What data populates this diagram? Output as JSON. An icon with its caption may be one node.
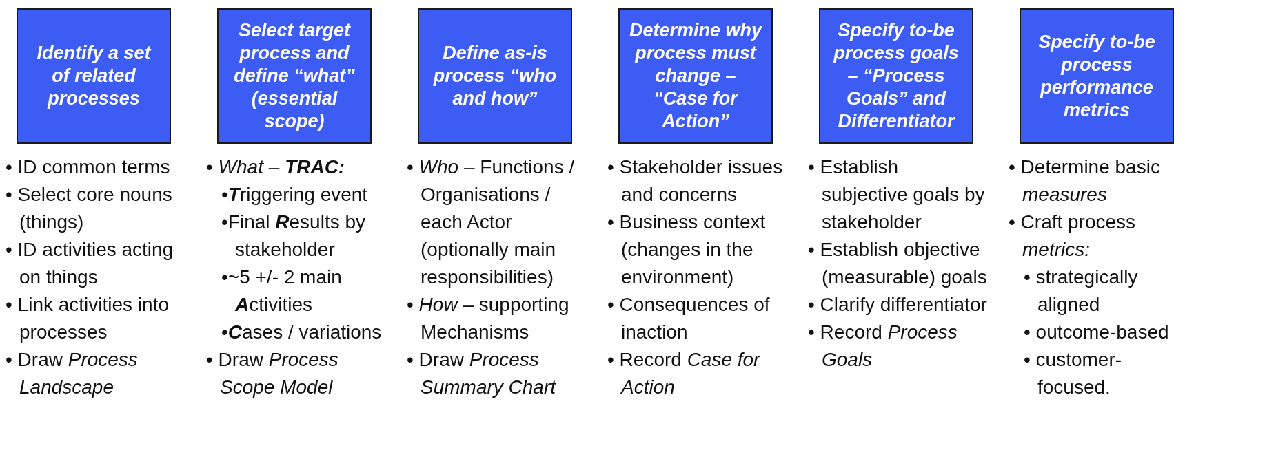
{
  "diagram": {
    "nodes": [
      {
        "text": [
          "Identify a set of related processes"
        ],
        "beside": [
          "• ID common terms",
          "• Select core nouns (things)",
          "• ID activities acting on things",
          "• Link activities into processes",
          "• Draw *Process Landscape*"
        ]
      },
      {
        "text": [
          "Select target process and define “what” (essential scope)"
        ],
        "beside": [
          "• *What* – **TRAC:**",
          "•**T**riggering event",
          "•Final **R**esults by stakeholder",
          "•~5 +/- 2 main **A**ctivities",
          "•**C**ases / variations",
          "• Draw *Process Scope Model*"
        ]
      },
      {
        "text": [
          "Define as-is process “who and how”"
        ],
        "beside": [
          "• *Who* – Functions / Organisations / each Actor (optionally main responsibilities)",
          "• *How* – supporting Mechanisms",
          "• Draw *Process Summary Chart*"
        ]
      },
      {
        "text": [
          "Determine why process must change – “Case for Action”"
        ],
        "beside": [
          "• Stakeholder issues and concerns",
          "• Business context (changes in the environment)",
          "• Consequences of inaction",
          "• Record *Case for Action*"
        ]
      },
      {
        "text": [
          "Specify to-be process goals – “Process Goals” and Differentiator"
        ],
        "beside": [
          "• Establish subjective goals by stakeholder",
          "• Establish objective (measurable) goals",
          "• Clarify differentiator",
          "• Record *Process Goals*"
        ]
      },
      {
        "text": [
          "Specify to-be process performance metrics"
        ],
        "beside": [
          "• Determine basic *measures*",
          "• Craft process *metrics:*",
          "• strategically aligned",
          "• outcome-based",
          "• customer-focused."
        ]
      }
    ],
    "edges": []
  }
}
